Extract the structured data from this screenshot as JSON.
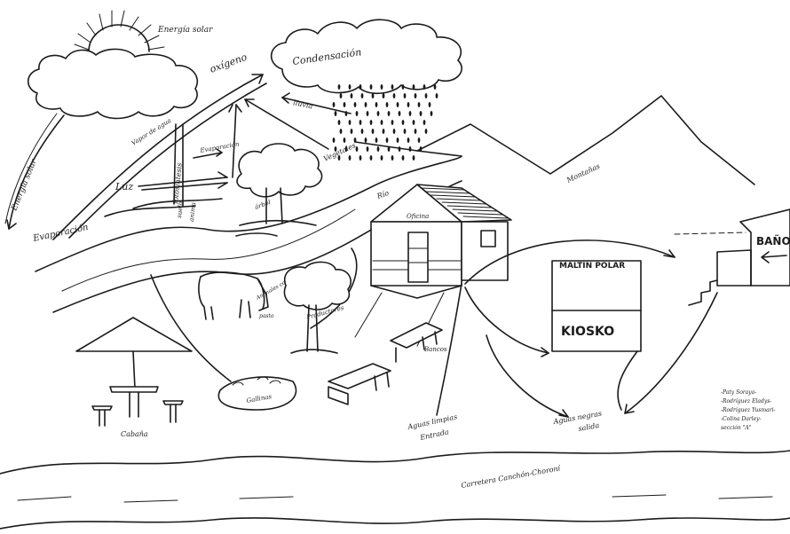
{
  "labels": {
    "energia_solar": "Energía solar",
    "condensacion": "Condensación",
    "oxigeno": "oxígeno",
    "lluvia": "lluvia",
    "vapor_agua": "Vapor de agua",
    "energia_solar_vertical": "Energía solar",
    "evaporacion_left": "Evaporación",
    "evaporacion_mid": "Evaporación",
    "luz": "Luz",
    "fotosintesis": "fotosíntesis",
    "suelo": "suelo",
    "anima": "anima",
    "vegetales": "Vegetales",
    "montanas": "Montañas",
    "rio": "Río",
    "arbol": "árbol",
    "oficina": "Oficina",
    "aguas_limpias": "Aguas limpias",
    "entrada": "Entrada",
    "aguas_negras": "Aguas negras",
    "salida": "salida",
    "productores": "Productores",
    "consumidores": "Animales consumidores",
    "pasto": "pasto",
    "gallinas": "Gallinas",
    "cabana": "Cabaña",
    "bancos": "Bancos",
    "carretera": "Carretera Canchón-Choroní"
  },
  "signs": {
    "maltin": "MALTIN POLAR",
    "kiosko": "KIOSKO",
    "banos": "BAÑOS"
  },
  "credits": [
    "-Paty Soraya-",
    "-Rodríguez Eladys-",
    "-Rodríguez Yusmari-",
    "-Colina Darley-",
    "sección \"A\""
  ]
}
